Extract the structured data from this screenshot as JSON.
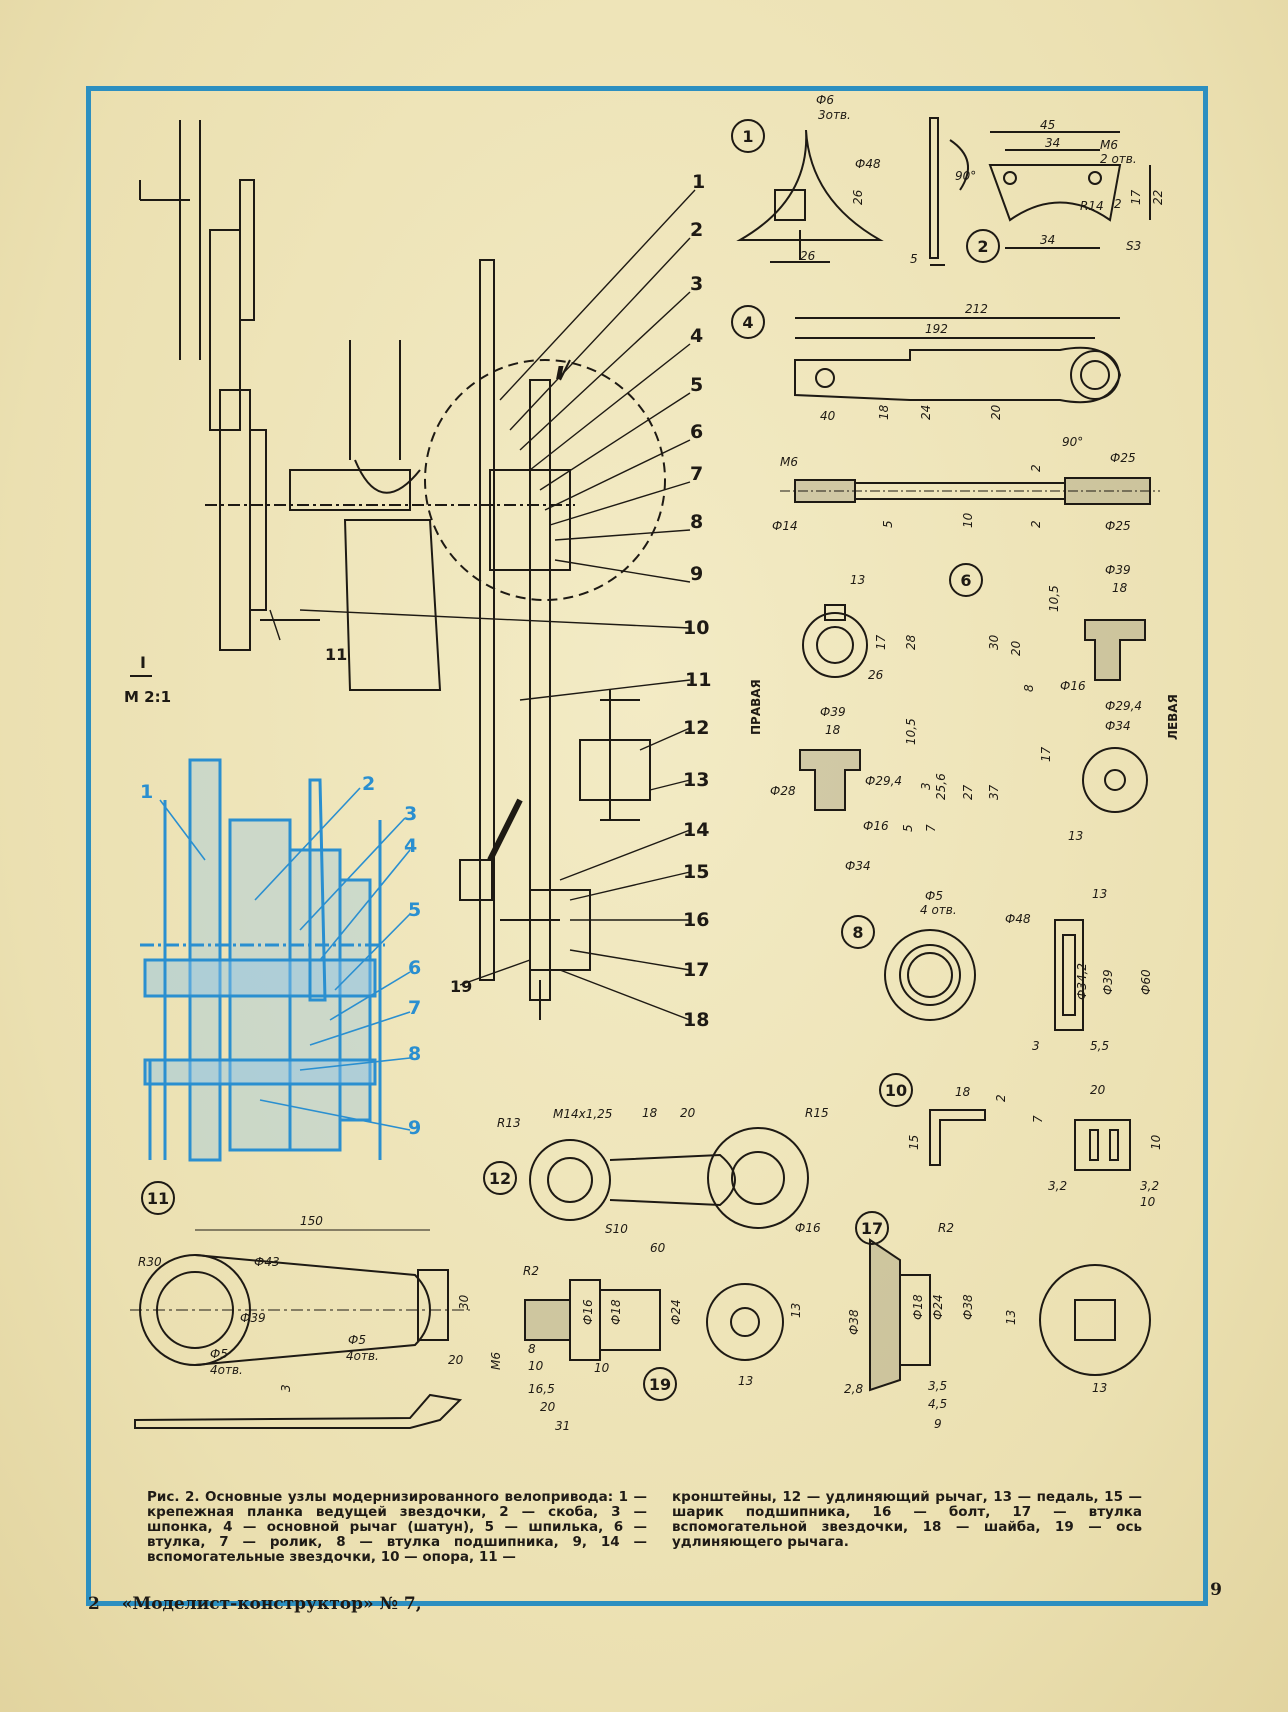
{
  "caption": {
    "heading": "Рис. 2. Основные узлы модернизированного велопривода:",
    "left_text": "1 — крепежная планка ведущей звездочки, 2 — скоба, 3 — шпонка, 4 — основной рычаг (шатун), 5 — шпилька, 6 — втулка, 7 — ролик, 8 — втулка подшипника, 9, 14 — вспомогательные звездочки, 10 — опора, 11 —",
    "right_text": "кронштейны, 12 — удлиняющий рычаг, 13 — педаль, 15 — шарик подшипника, 16 — болт, 17 — втулка вспомогательной звездочки, 18 — шайба, 19 — ось удлиняющего рычага."
  },
  "footer": {
    "page_left": "2",
    "journal": "«Моделист-конструктор» № 7,",
    "page_right": "9"
  },
  "drawing": {
    "section_label": "I",
    "scale_label": "М 2:1",
    "callouts_main": [
      "1",
      "2",
      "3",
      "4",
      "5",
      "6",
      "7",
      "8",
      "9",
      "10",
      "11",
      "12",
      "13",
      "14",
      "15",
      "16",
      "17",
      "18",
      "19"
    ],
    "callout_11_left": "11",
    "callout_19_left": "19",
    "callouts_blue": [
      "1",
      "2",
      "3",
      "4",
      "5",
      "6",
      "7",
      "8",
      "9"
    ],
    "side_right": "ПРАВАЯ",
    "side_left": "ЛЕВАЯ",
    "detail_numbers": [
      "1",
      "2",
      "4",
      "6",
      "8",
      "10",
      "11",
      "12",
      "17",
      "19"
    ],
    "dims": {
      "d1": [
        "Ф6",
        "3отв.",
        "Ф48",
        "26",
        "26",
        "90°",
        "5"
      ],
      "d2": [
        "45",
        "34",
        "М6",
        "2 отв.",
        "R14",
        "2",
        "17",
        "22",
        "34",
        "S3"
      ],
      "d4": [
        "212",
        "192",
        "40",
        "18",
        "24",
        "20",
        "М6",
        "90°",
        "Ф25",
        "2",
        "Ф14",
        "5",
        "10",
        "2",
        "Ф25"
      ],
      "d6": [
        "13",
        "17",
        "28",
        "26",
        "Ф39",
        "18",
        "10,5",
        "30",
        "20",
        "8",
        "Ф16",
        "Ф29,4",
        "Ф34",
        "Ф39",
        "18",
        "10,5",
        "Ф28",
        "Ф29,4",
        "3",
        "25,6",
        "27",
        "37",
        "Ф16",
        "5",
        "7",
        "Ф34",
        "17",
        "13"
      ],
      "d8": [
        "Ф5",
        "4 отв.",
        "Ф48",
        "13",
        "Ф34,2",
        "Ф39",
        "Ф60",
        "3",
        "5,5"
      ],
      "d10": [
        "18",
        "2",
        "15",
        "20",
        "7",
        "10",
        "3,2",
        "3,2",
        "10"
      ],
      "d11": [
        "150",
        "R30",
        "Ф43",
        "Ф39",
        "30",
        "Ф5",
        "4отв.",
        "Ф5",
        "4отв.",
        "20",
        "3"
      ],
      "d12": [
        "R13",
        "М14х1,25",
        "18",
        "20",
        "R15",
        "S10",
        "60",
        "Ф16"
      ],
      "d17": [
        "R2",
        "Ф38",
        "Ф18",
        "Ф24",
        "Ф38",
        "13",
        "2,8",
        "3,5",
        "4,5",
        "9",
        "13"
      ],
      "d19": [
        "R2",
        "М6",
        "Ф16",
        "Ф18",
        "Ф24",
        "8",
        "10",
        "16,5",
        "20",
        "31",
        "10",
        "13",
        "13"
      ]
    }
  },
  "colors": {
    "frame": "#2c8fc0",
    "blue_ink": "#2a8fd0",
    "paper": "#ede3b6",
    "ink": "#1e1a14"
  }
}
